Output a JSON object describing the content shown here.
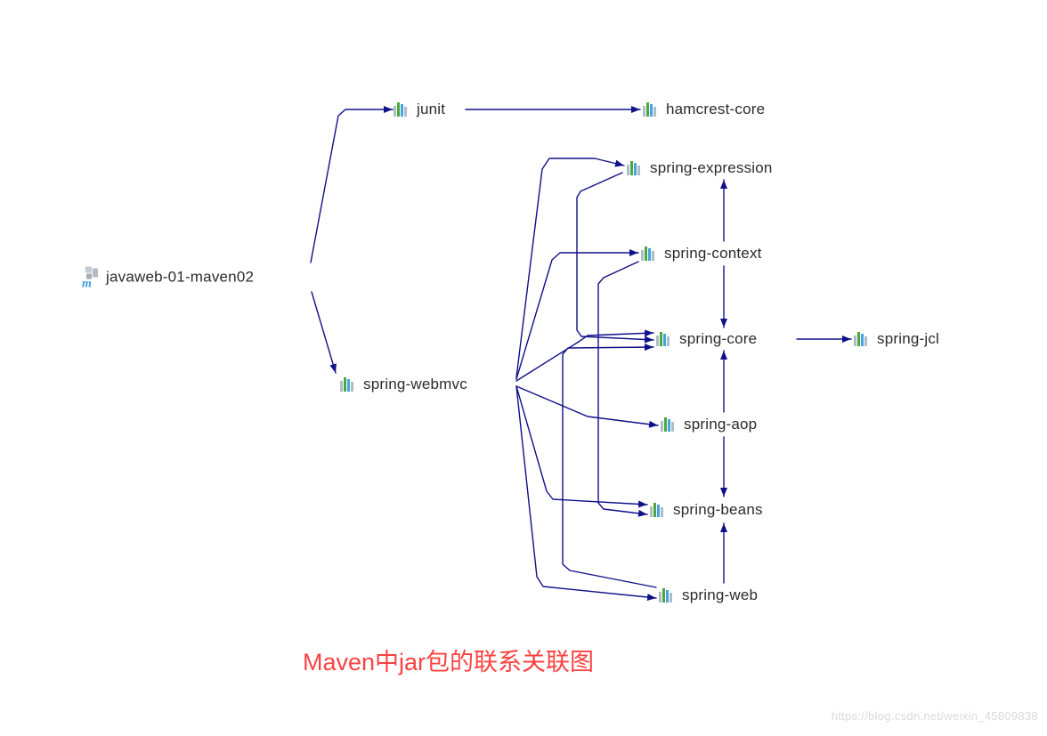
{
  "diagram": {
    "nodes": {
      "root": {
        "label": "javaweb-01-maven02",
        "icon": "maven-module-icon"
      },
      "junit": {
        "label": "junit",
        "icon": "library-icon"
      },
      "hamcrest_core": {
        "label": "hamcrest-core",
        "icon": "library-icon"
      },
      "spring_webmvc": {
        "label": "spring-webmvc",
        "icon": "library-icon"
      },
      "spring_expression": {
        "label": "spring-expression",
        "icon": "library-icon"
      },
      "spring_context": {
        "label": "spring-context",
        "icon": "library-icon"
      },
      "spring_core": {
        "label": "spring-core",
        "icon": "library-icon"
      },
      "spring_jcl": {
        "label": "spring-jcl",
        "icon": "library-icon"
      },
      "spring_aop": {
        "label": "spring-aop",
        "icon": "library-icon"
      },
      "spring_beans": {
        "label": "spring-beans",
        "icon": "library-icon"
      },
      "spring_web": {
        "label": "spring-web",
        "icon": "library-icon"
      }
    },
    "edges": [
      {
        "from": "javaweb-01-maven02",
        "to": "junit"
      },
      {
        "from": "javaweb-01-maven02",
        "to": "spring-webmvc"
      },
      {
        "from": "junit",
        "to": "hamcrest-core"
      },
      {
        "from": "spring-core",
        "to": "spring-jcl"
      },
      {
        "from": "spring-webmvc",
        "to": "spring-expression"
      },
      {
        "from": "spring-webmvc",
        "to": "spring-context"
      },
      {
        "from": "spring-webmvc",
        "to": "spring-core"
      },
      {
        "from": "spring-webmvc",
        "to": "spring-aop"
      },
      {
        "from": "spring-webmvc",
        "to": "spring-beans"
      },
      {
        "from": "spring-webmvc",
        "to": "spring-web"
      },
      {
        "from": "spring-expression",
        "to": "spring-core"
      },
      {
        "from": "spring-web",
        "to": "spring-core"
      },
      {
        "from": "spring-context",
        "to": "spring-beans"
      },
      {
        "from": "spring-context",
        "to": "spring-expression"
      },
      {
        "from": "spring-context",
        "to": "spring-core"
      },
      {
        "from": "spring-aop",
        "to": "spring-core"
      },
      {
        "from": "spring-aop",
        "to": "spring-beans"
      },
      {
        "from": "spring-web",
        "to": "spring-beans"
      }
    ],
    "edge_color": "#101089",
    "label_color": "#2b2b2b",
    "icon_colors": {
      "gray": "#aebcc6",
      "green": "#4ea53c",
      "blue": "#41a6e0"
    }
  },
  "caption": {
    "text": "Maven中jar包的联系关联图",
    "color": "#fb4242"
  },
  "watermark": {
    "text": "https://blog.csdn.net/weixin_45809838"
  }
}
